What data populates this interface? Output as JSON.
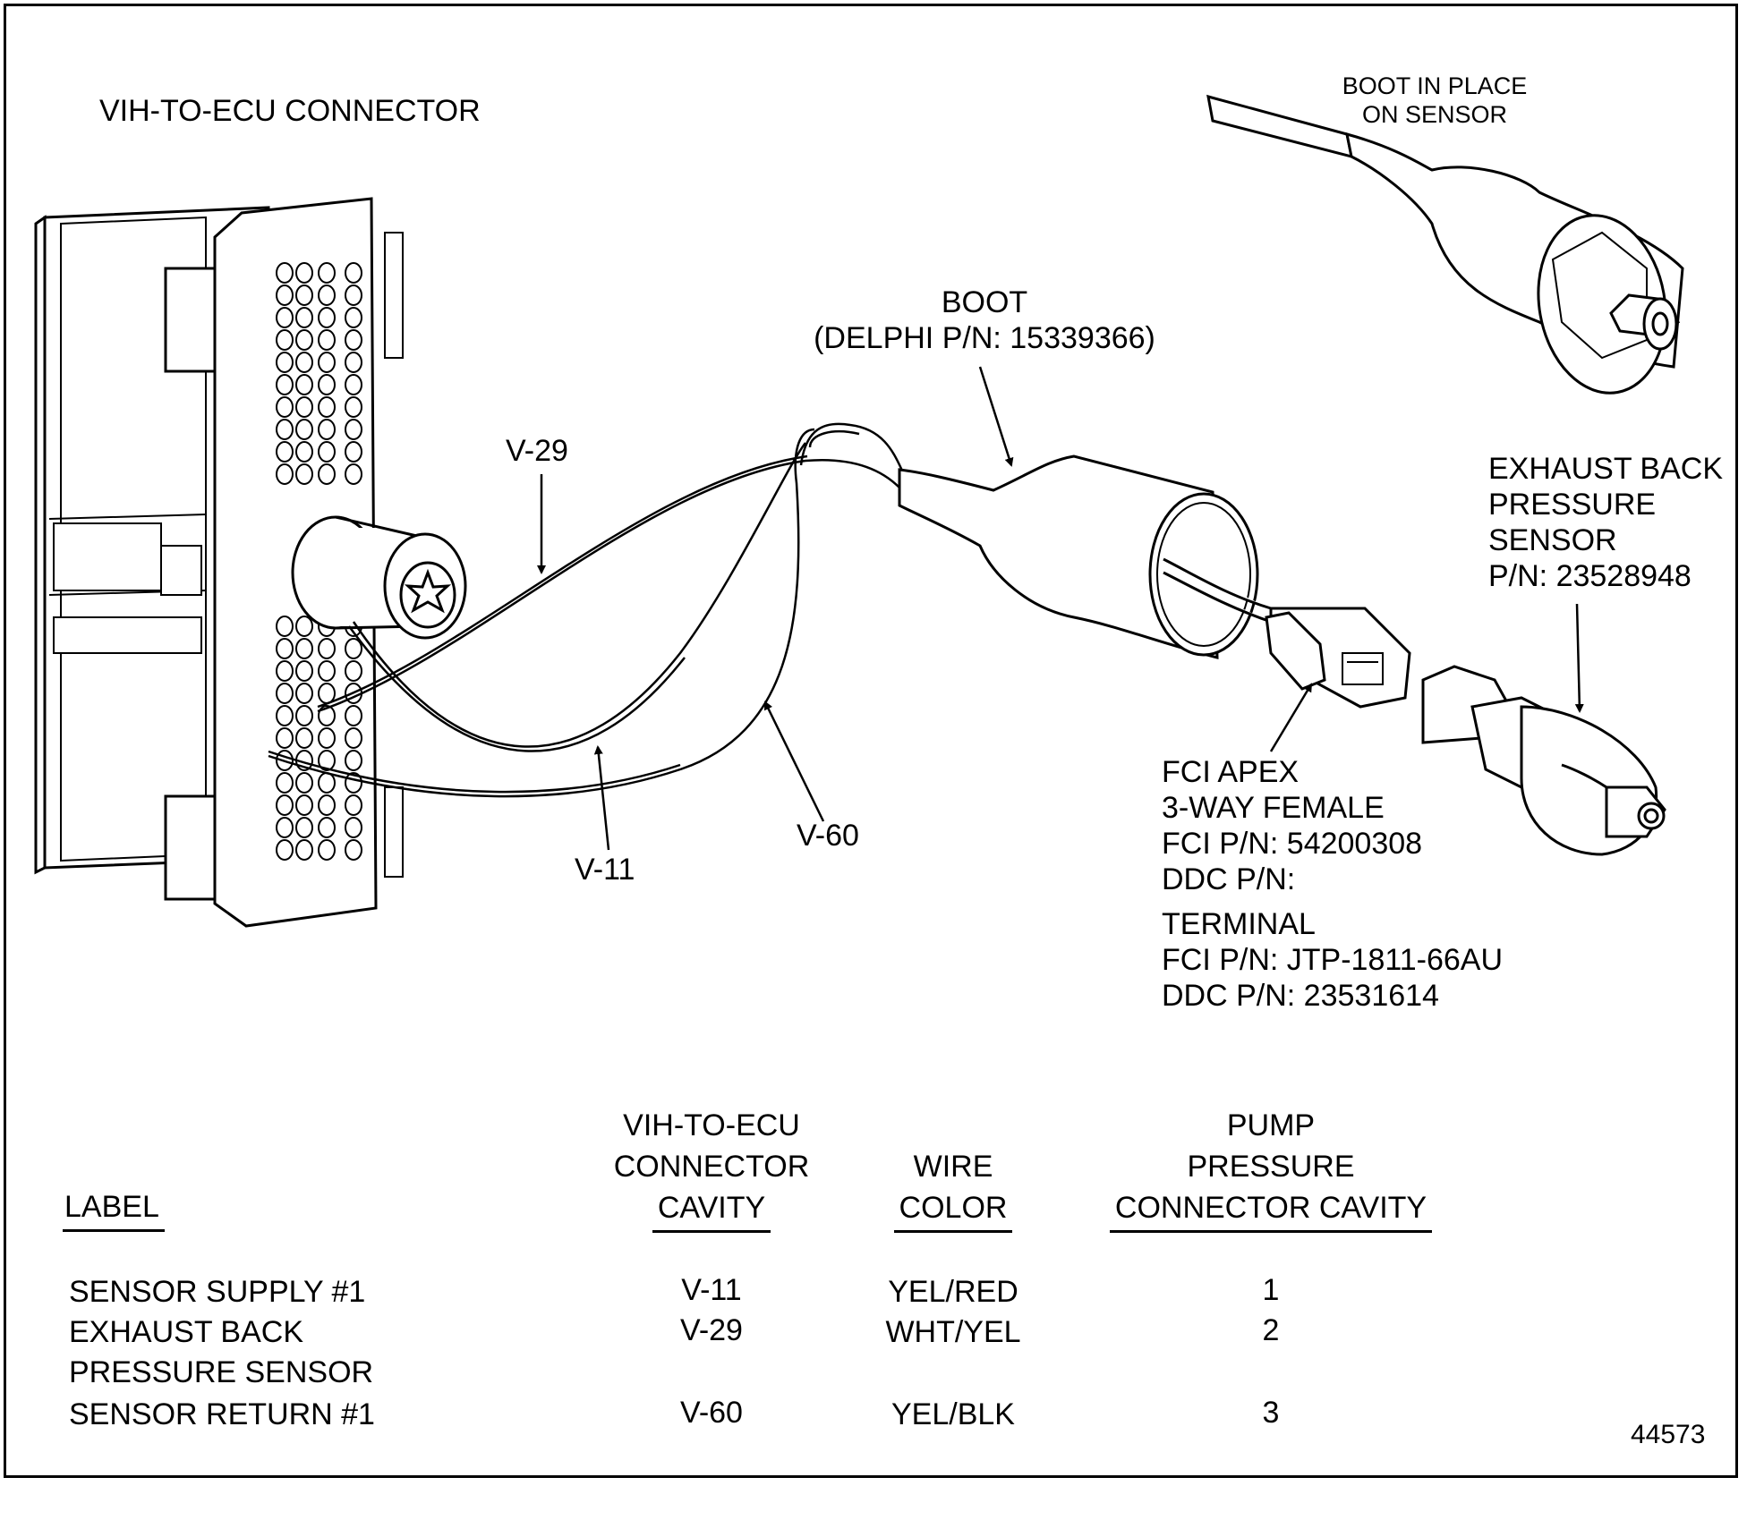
{
  "title": "VIH-TO-ECU CONNECTOR",
  "figure_id": "44573",
  "callouts": {
    "boot_in_place": [
      "BOOT IN PLACE",
      "ON SENSOR"
    ],
    "boot": [
      "BOOT",
      "(DELPHI P/N: 15339366)"
    ],
    "wire_v29": "V-29",
    "wire_v11": "V-11",
    "wire_v60": "V-60",
    "sensor": [
      "EXHAUST BACK",
      "PRESSURE",
      "SENSOR",
      "P/N: 23528948"
    ],
    "connector": [
      "FCI APEX",
      "3-WAY FEMALE",
      "FCI P/N: 54200308",
      "DDC P/N:"
    ],
    "terminal": [
      "TERMINAL",
      "FCI P/N: JTP-1811-66AU",
      "DDC P/N: 23531614"
    ]
  },
  "table": {
    "headers": {
      "label": "LABEL",
      "cavity": [
        "VIH-TO-ECU",
        "CONNECTOR",
        "CAVITY"
      ],
      "wire": [
        "WIRE",
        "COLOR"
      ],
      "pump": [
        "PUMP",
        "PRESSURE",
        "CONNECTOR CAVITY"
      ]
    },
    "rows": [
      {
        "label": [
          "SENSOR SUPPLY #1"
        ],
        "cavity": "V-11",
        "wire": "YEL/RED",
        "pump": "1"
      },
      {
        "label": [
          "EXHAUST BACK",
          "PRESSURE SENSOR"
        ],
        "cavity": "V-29",
        "wire": "WHT/YEL",
        "pump": "2"
      },
      {
        "label": [
          "SENSOR RETURN #1"
        ],
        "cavity": "V-60",
        "wire": "YEL/BLK",
        "pump": "3"
      }
    ]
  }
}
